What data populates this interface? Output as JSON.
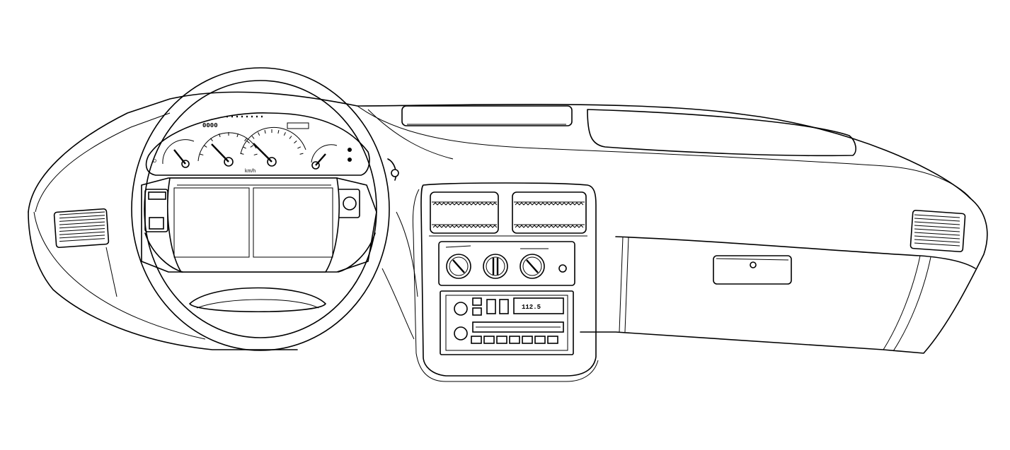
{
  "odometer": {
    "digits": "0000"
  },
  "speedometer_unit": "km/h",
  "radio": {
    "display": "112.5"
  }
}
